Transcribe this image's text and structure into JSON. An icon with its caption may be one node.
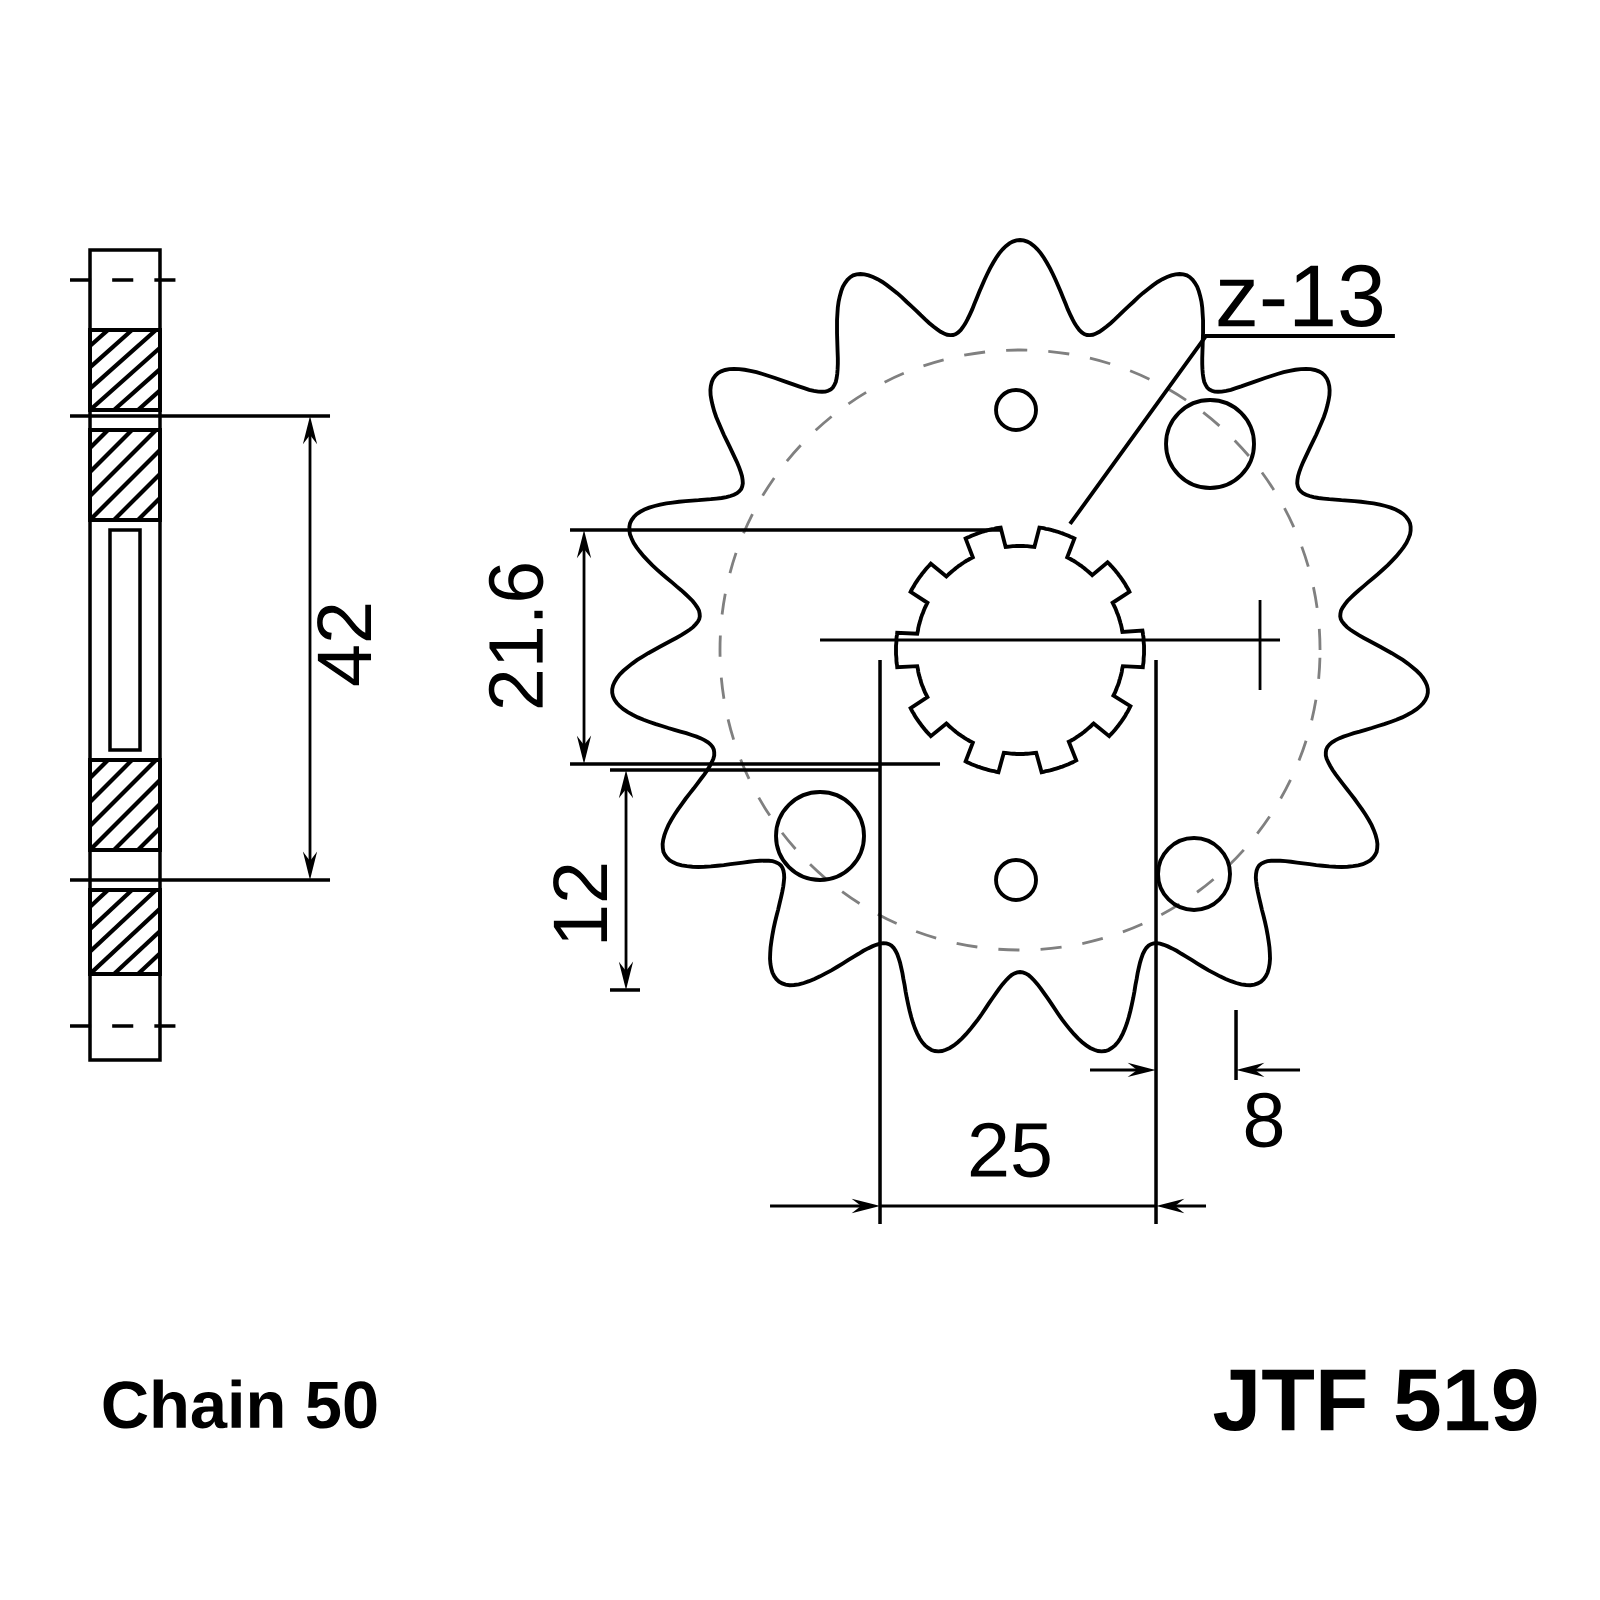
{
  "diagram": {
    "nodes": [
      {
        "text": [
          "z-13"
        ]
      },
      {
        "text": [],
        "shape": "picture"
      }
    ],
    "edges": [
      {
        "from": 0,
        "to": 1,
        "arrow": "none"
      }
    ],
    "labels": [
      "42",
      "21.6",
      "12",
      "25",
      "8",
      "Chain 50",
      "JTF 519"
    ]
  }
}
